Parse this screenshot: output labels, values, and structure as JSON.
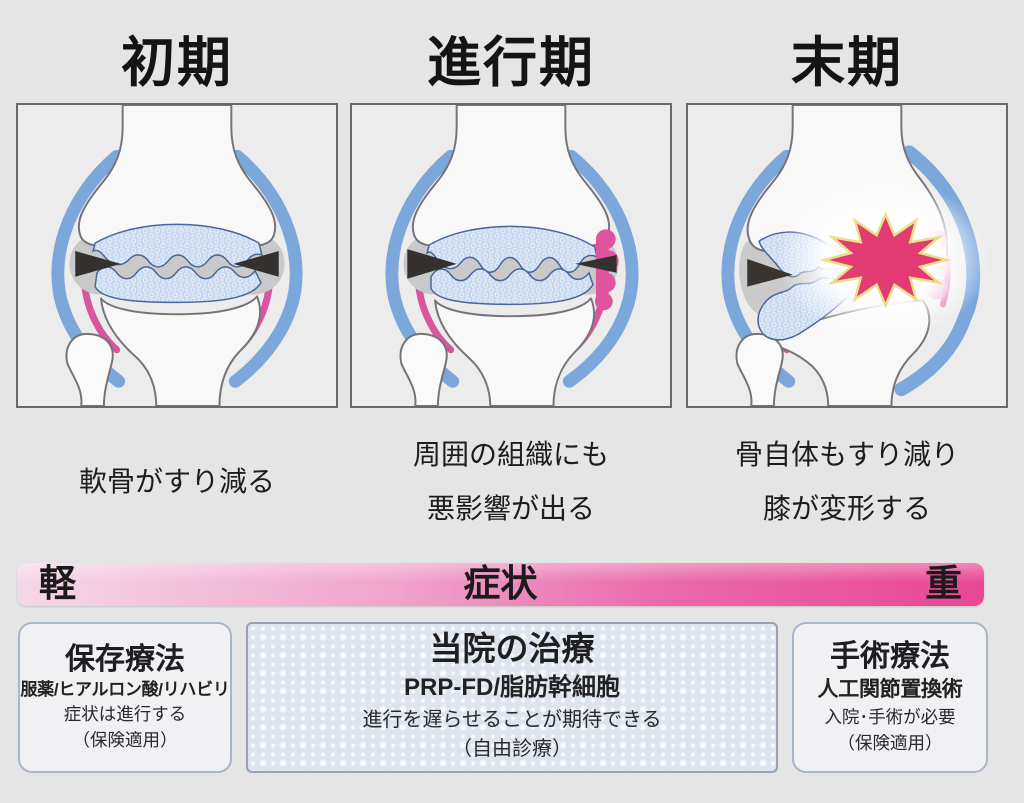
{
  "page": {
    "background_color": "#e5e5e6",
    "accent_pink": "#e84793",
    "cartilage_blue": "#c5d8ef",
    "ligament_blue": "#7ba7db",
    "synovium_pink": "#d9559c"
  },
  "stages": [
    {
      "title": "初期",
      "caption_lines": [
        "軟骨がすり減る"
      ]
    },
    {
      "title": "進行期",
      "caption_lines": [
        "周囲の組織にも",
        "悪影響が出る"
      ]
    },
    {
      "title": "末期",
      "caption_lines": [
        "骨自体もすり減り",
        "膝が変形する"
      ]
    }
  ],
  "severity_bar": {
    "left_label": "軽",
    "center_label": "症状",
    "right_label": "重",
    "gradient_start": "#f5d7e8",
    "gradient_end": "#e84793"
  },
  "treatments": [
    {
      "style": "plain",
      "title": "保存療法",
      "subtitle": "服薬/ヒアルロン酸/リハビリ",
      "line1": "症状は進行する",
      "line2": "（保険適用）"
    },
    {
      "style": "highlight",
      "title": "当院の治療",
      "subtitle": "PRP-FD/脂肪幹細胞",
      "line1": "進行を遅らせることが期待できる",
      "line2": "（自由診療）"
    },
    {
      "style": "plain",
      "title": "手術療法",
      "subtitle": "人工関節置換術",
      "line1": "入院･手術が必要",
      "line2": "（保険適用）"
    }
  ]
}
